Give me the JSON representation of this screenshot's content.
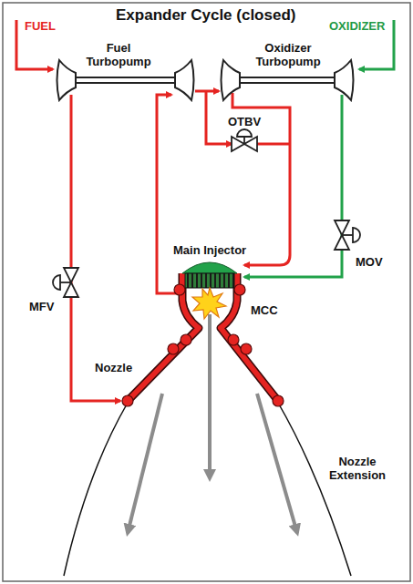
{
  "diagram": {
    "title": "Expander Cycle (closed)",
    "labels": [
      "FUEL",
      "OXIDIZER",
      "Fuel Turbopump",
      "Oxidizer Turbopump",
      "OTBV",
      "MOV",
      "MFV",
      "Main Injector",
      "MCC",
      "Nozzle",
      "Nozzle Extension"
    ]
  }
}
